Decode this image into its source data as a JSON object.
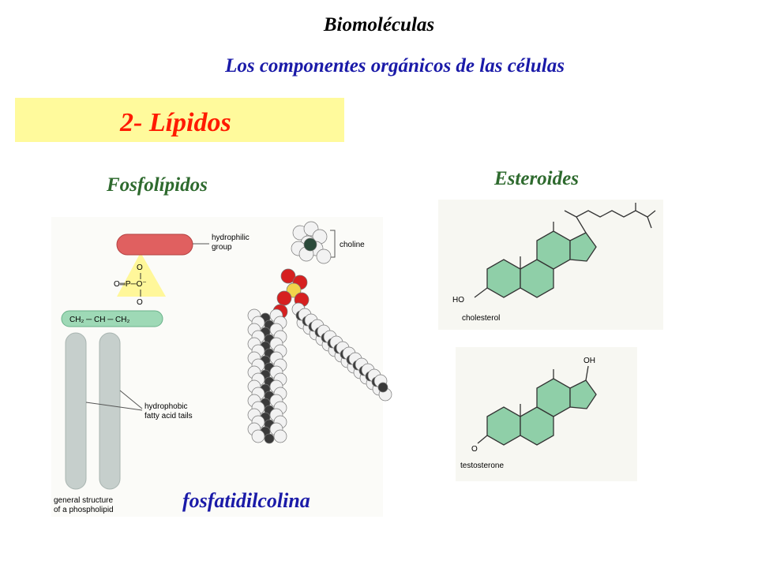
{
  "header": {
    "title": "Biomoléculas",
    "subtitle": "Los componentes orgánicos de las células"
  },
  "section": {
    "label": "2- Lípidos"
  },
  "phospholipids": {
    "heading": "Fosfolípidos",
    "caption": "fosfatidilcolina",
    "labels": {
      "hydrophilic": [
        "hydrophilic",
        "group"
      ],
      "choline": "choline",
      "hydrophobic": [
        "hydrophobic",
        "fatty acid tails"
      ],
      "general": [
        "general structure",
        "of a phospholipid"
      ],
      "phosphate_top": "O",
      "phosphate_mid": "O═P─O⁻",
      "phosphate_bottom": "O",
      "glycerol": "CH₂ ─ CH ─ CH₂"
    }
  },
  "steroids": {
    "heading": "Esteroides",
    "cholesterol": "cholesterol",
    "testosterone": "testosterone",
    "ho_label": "HO",
    "oh_label": "OH",
    "o_label": "O"
  },
  "colors": {
    "title": "#000000",
    "subtitle": "#1a1aa8",
    "banner_bg": "#fffa9c",
    "banner_text": "#ff1a00",
    "green_heading": "#2e6a2e",
    "ring_fill": "#8fcfa8",
    "head_red": "#e06060",
    "tail_gray": "#c6cfcc"
  }
}
